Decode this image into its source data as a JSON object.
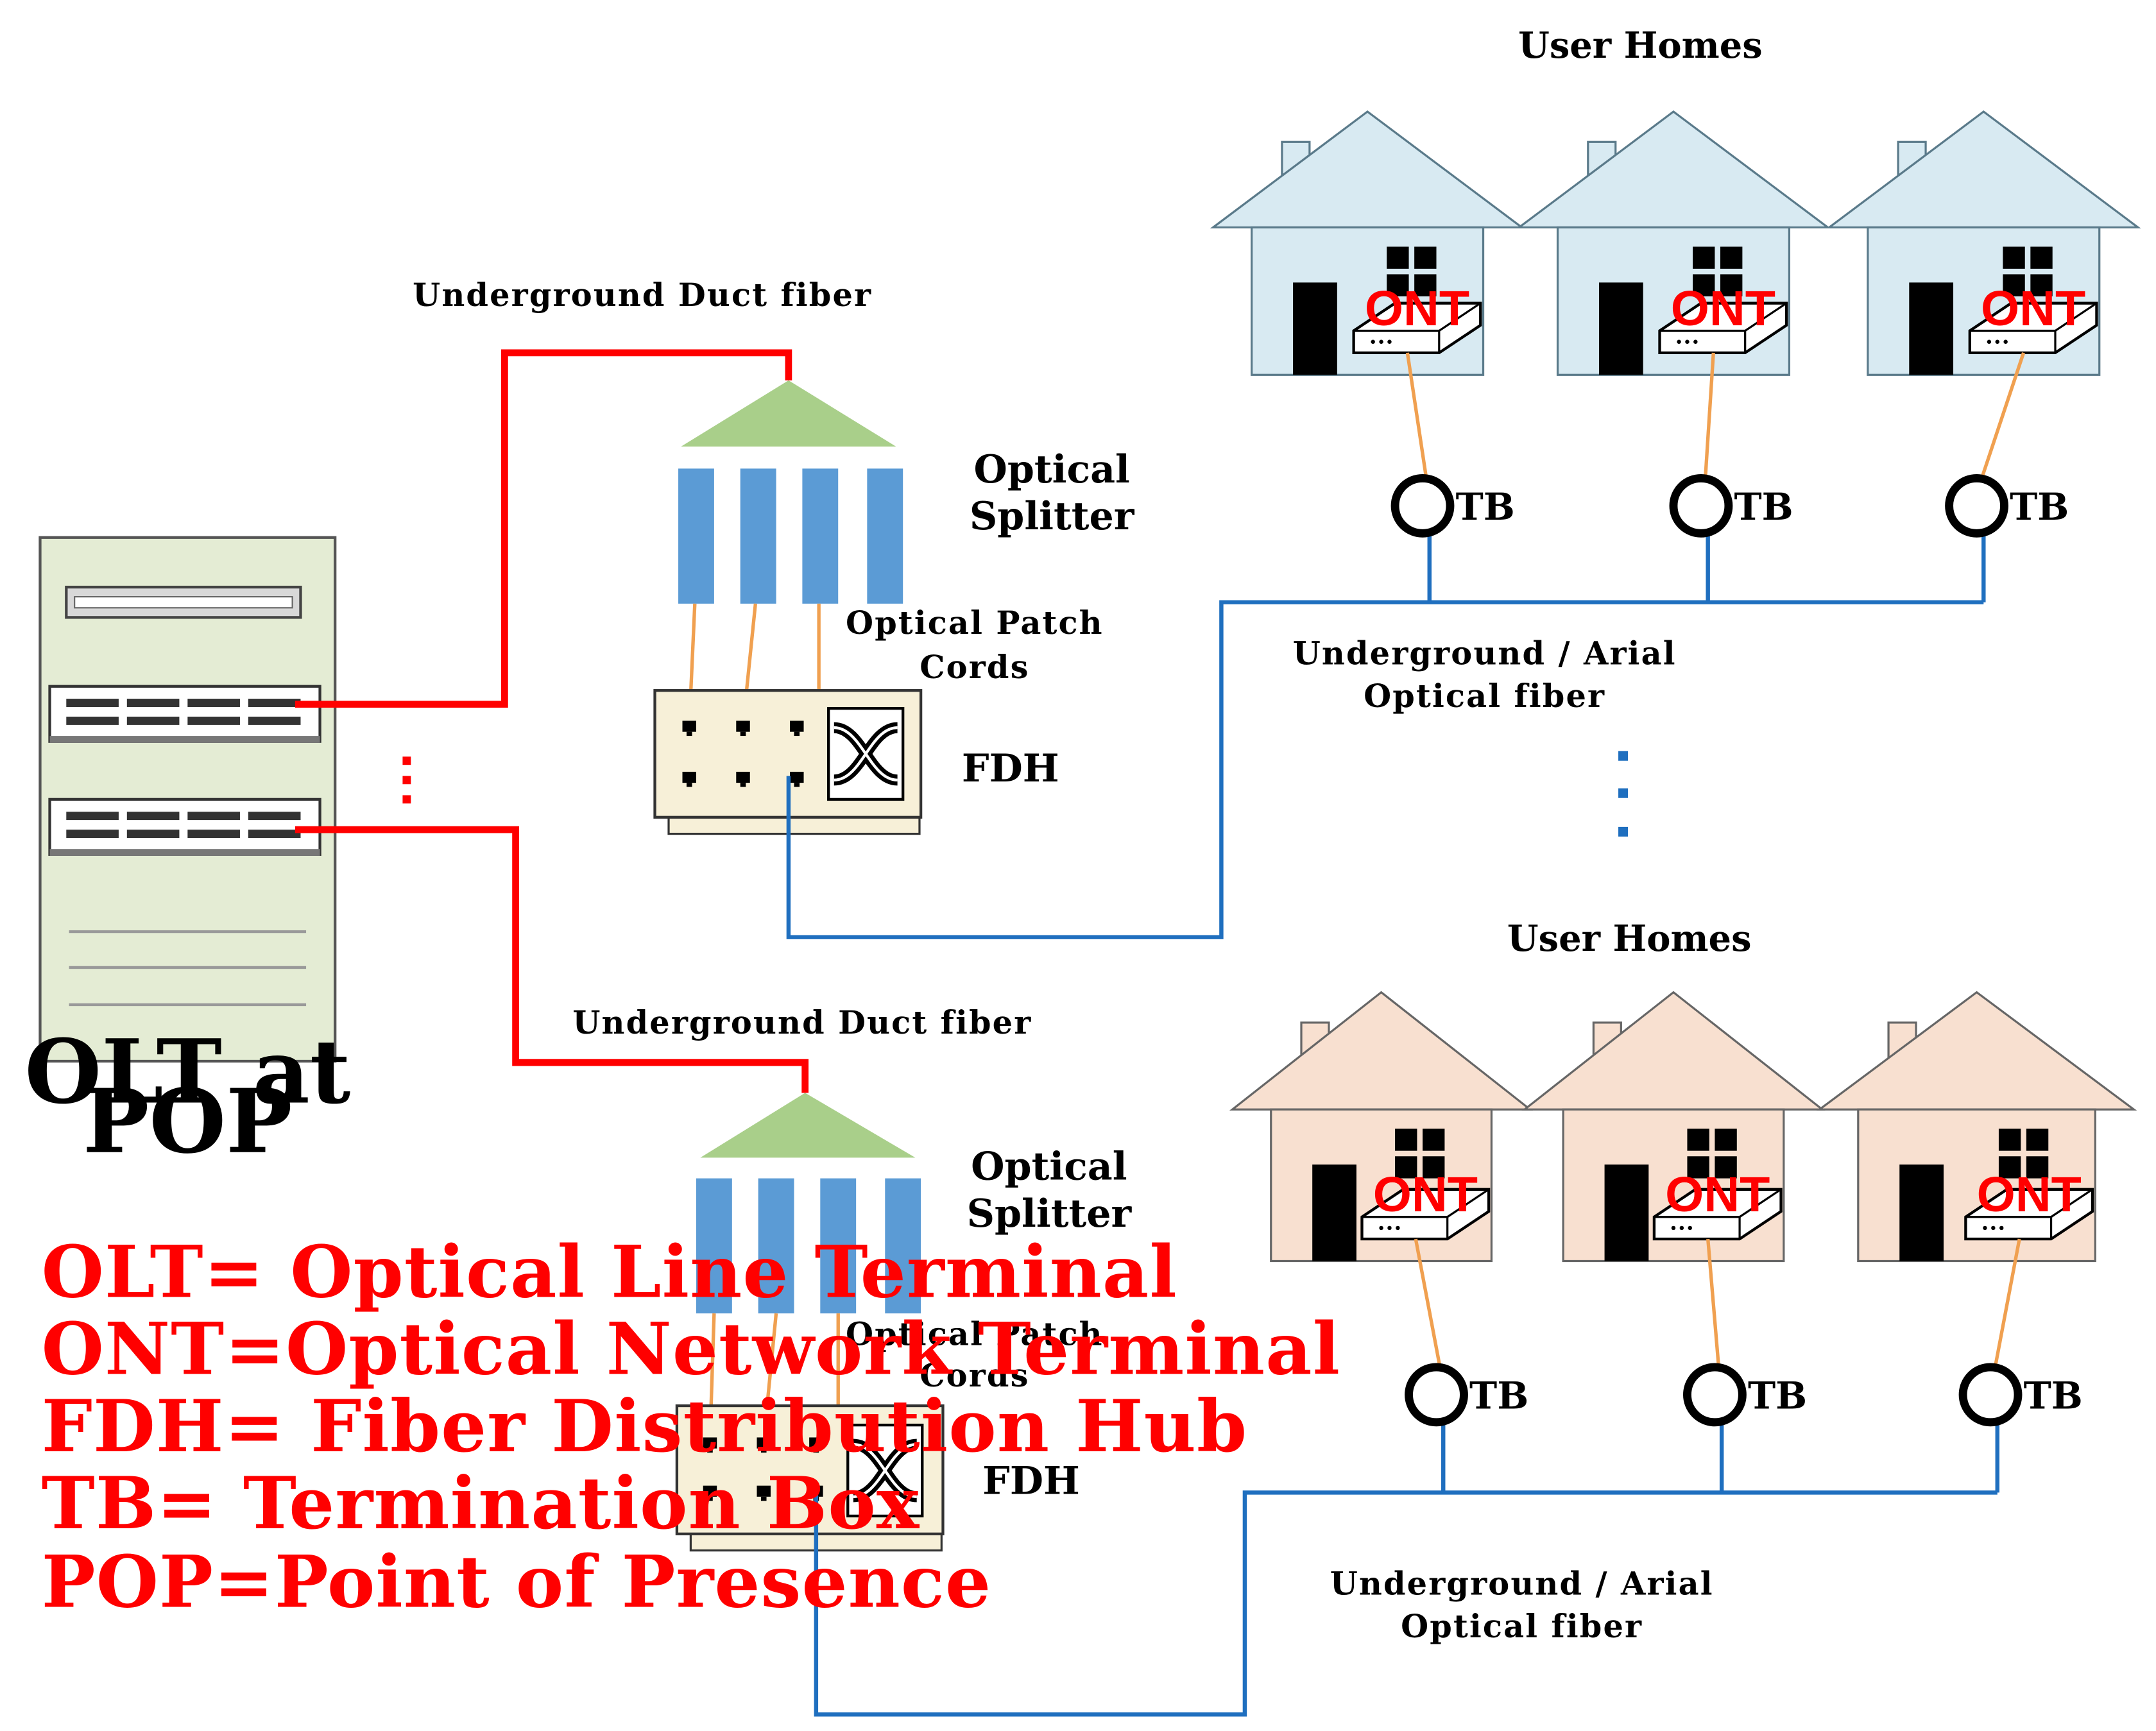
{
  "labels": {
    "user_homes": "User Homes",
    "duct_fiber": "Underground Duct fiber",
    "splitter_line1": "Optical",
    "splitter_line2": "Splitter",
    "patch_line1": "Optical Patch",
    "patch_line2": "Cords",
    "fdh": "FDH",
    "feeder_line1": "Underground / Arial",
    "feeder_line2": "Optical fiber",
    "tb": "TB",
    "ont": "ONT",
    "olt_line1": "OLT at",
    "olt_line2": "POP"
  },
  "legend": [
    "OLT= Optical Line Terminal",
    "ONT=Optical Network Terminal",
    "FDH= Fiber Distribution Hub",
    "TB= Termination Box",
    "POP=Point of Presence"
  ],
  "colors": {
    "duct_fiber": "#ff0000",
    "distribution_fiber": "#1f6fbf",
    "patch_cord": "#f0a050",
    "splitter_triangle": "#a9cf8a",
    "splitter_ports": "#5b9bd5",
    "house_top": "#d8eaf2",
    "house_bottom": "#f8e0d0",
    "olt_rack": "#e4ecd4",
    "legend_text": "#ff0000"
  }
}
